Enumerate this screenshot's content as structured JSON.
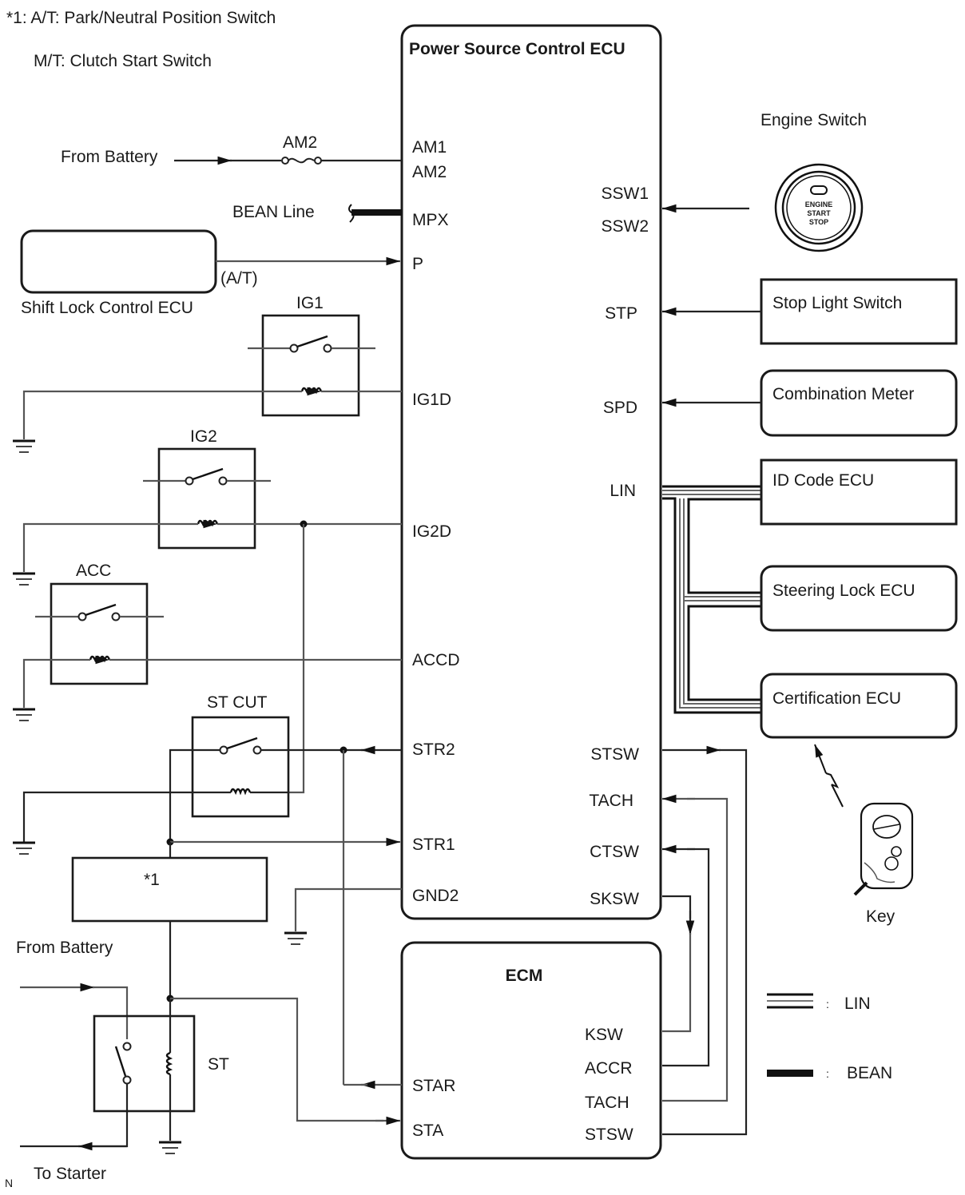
{
  "notes": {
    "line1": "*1: A/T: Park/Neutral Position Switch",
    "line2": "M/T: Clutch Start Switch"
  },
  "power_source_ecu": {
    "title": "Power Source Control ECU",
    "left_pins": [
      "AM1",
      "AM2",
      "MPX",
      "P",
      "IG1D",
      "IG2D",
      "ACCD",
      "STR2",
      "STR1",
      "GND2"
    ],
    "right_pins": [
      "SSW1",
      "SSW2",
      "STP",
      "SPD",
      "LIN",
      "STSW",
      "TACH",
      "CTSW",
      "SKSW"
    ]
  },
  "ecm": {
    "title": "ECM",
    "left_pins": [
      "STAR",
      "STA"
    ],
    "right_pins": [
      "KSW",
      "ACCR",
      "TACH",
      "STSW"
    ]
  },
  "left_side": {
    "from_battery_top": "From Battery",
    "fuse": "AM2",
    "bean_line": "BEAN Line",
    "shift_lock_ecu": "Shift Lock Control ECU",
    "at_note": "(A/T)",
    "relays": [
      "IG1",
      "IG2",
      "ACC",
      "ST CUT",
      "ST"
    ],
    "star1_box": "*1",
    "from_battery_bottom": "From Battery",
    "to_starter": "To Starter",
    "corner_mark": "N"
  },
  "right_side": {
    "engine_switch": "Engine Switch",
    "engine_switch_face": [
      "ENGINE",
      "START",
      "STOP"
    ],
    "stop_light_switch": "Stop Light Switch",
    "combination_meter": "Combination Meter",
    "id_code_ecu": "ID Code ECU",
    "steering_lock_ecu": "Steering Lock ECU",
    "certification_ecu": "Certification ECU",
    "key": "Key"
  },
  "legend": {
    "separator": ":",
    "items": [
      {
        "symbol": "triple-line",
        "label": "LIN"
      },
      {
        "symbol": "thick-line",
        "label": "BEAN"
      }
    ]
  }
}
